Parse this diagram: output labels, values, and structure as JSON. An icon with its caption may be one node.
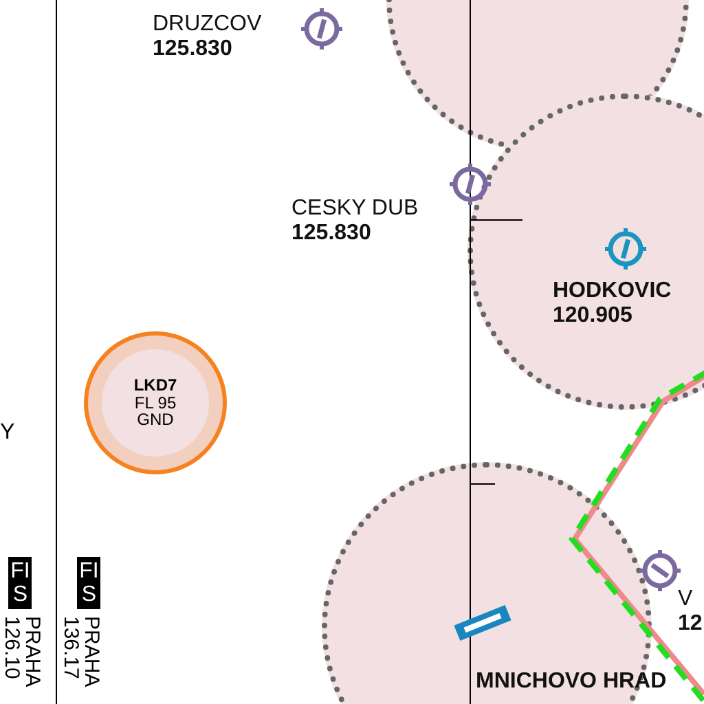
{
  "diagram": {
    "nodes": [
      {
        "text": [],
        "shape": "circle"
      },
      {
        "text": [
          "DRUZCOV",
          "125.830"
        ]
      },
      {
        "text": [
          "CESKY DUB",
          "125.830"
        ]
      },
      {
        "text": [
          "HODKOVIC",
          "120.905"
        ]
      },
      {
        "text": [
          "LKD7",
          "FL 95",
          "GND"
        ]
      },
      {
        "text": [
          "MNICHOVO HRAD"
        ]
      },
      {
        "text": [
          "V",
          "12"
        ]
      }
    ],
    "labels": [
      "Y",
      "FIS",
      "PRAHA 126.10",
      "FIS",
      "PRAHA 136.17"
    ]
  }
}
